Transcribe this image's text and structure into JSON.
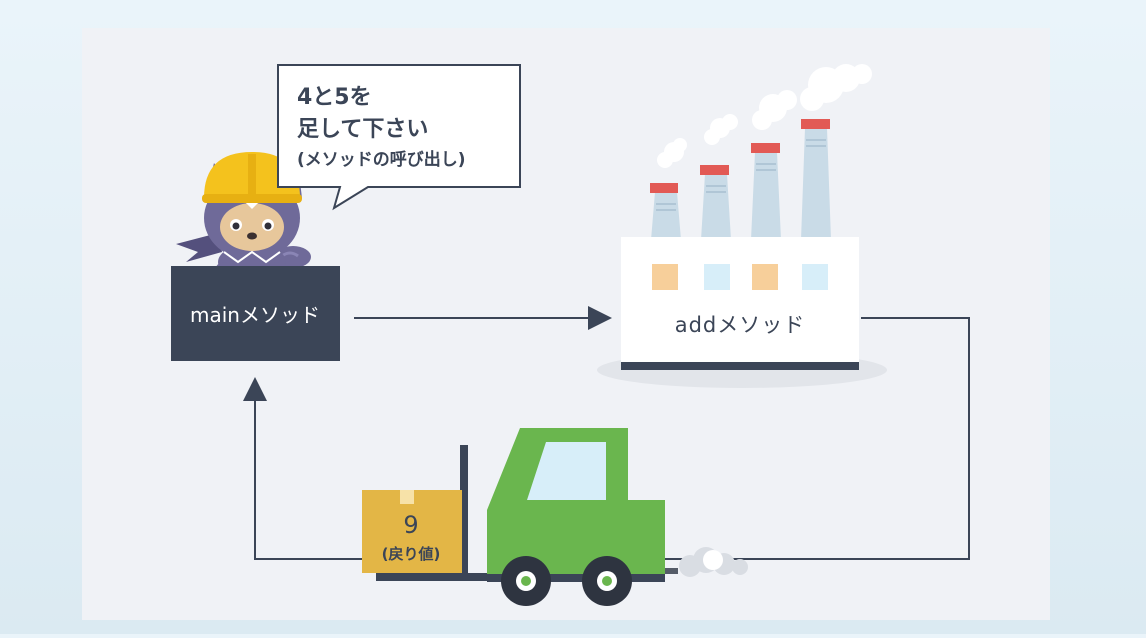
{
  "speech_bubble": {
    "line1": "4と5を",
    "line2": "足して下さい",
    "line3": "(メソッドの呼び出し)"
  },
  "main_box": {
    "label": "mainメソッド"
  },
  "factory": {
    "label": "addメソッド"
  },
  "return_box": {
    "value": "9",
    "caption": "(戻り値)"
  },
  "colors": {
    "panel": "#f0f2f6",
    "dark": "#3b4557",
    "line": "#3b4557",
    "truck_green": "#6ab64e",
    "box_gold": "#e3b646",
    "chimney_red": "#e25a55",
    "window_orange": "#f7cf9a",
    "window_blue": "#d7eef9",
    "mascot_purple": "#6f6a99",
    "helmet_yellow": "#f4c21d"
  }
}
